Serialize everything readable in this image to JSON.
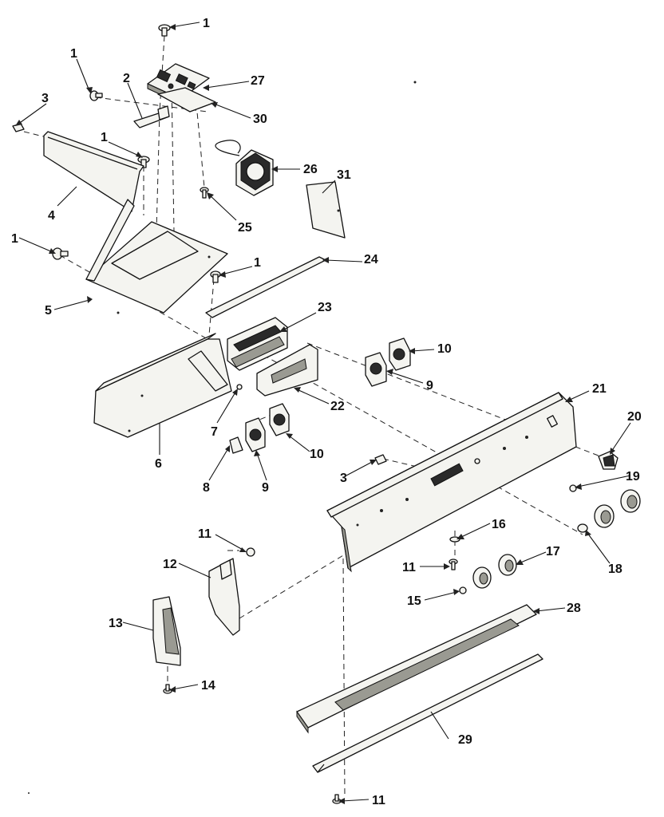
{
  "callouts": {
    "c1a": "1",
    "c1b": "1",
    "c1c": "1",
    "c1d": "1",
    "c1e": "1",
    "c2": "2",
    "c3a": "3",
    "c3b": "3",
    "c4": "4",
    "c5": "5",
    "c6": "6",
    "c7": "7",
    "c8": "8",
    "c9a": "9",
    "c9b": "9",
    "c10a": "10",
    "c10b": "10",
    "c11a": "11",
    "c11b": "11",
    "c11c": "11",
    "c12": "12",
    "c13": "13",
    "c14": "14",
    "c15": "15",
    "c16": "16",
    "c17": "17",
    "c18": "18",
    "c19": "19",
    "c20": "20",
    "c21": "21",
    "c22": "22",
    "c23": "23",
    "c24": "24",
    "c25": "25",
    "c26": "26",
    "c27": "27",
    "c28": "28",
    "c29": "29",
    "c30": "30",
    "c31": "31"
  },
  "colors": {
    "ink": "#111111",
    "paper": "#ffffff",
    "fill": "#f4f4f0"
  }
}
